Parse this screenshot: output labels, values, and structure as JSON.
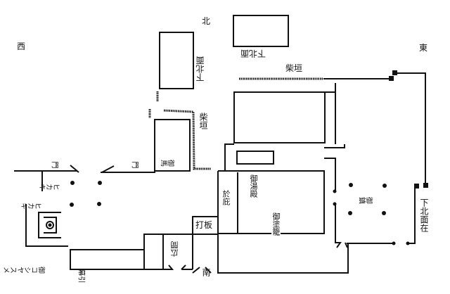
{
  "directions": {
    "west": "西",
    "north": "北",
    "east": "東",
    "south": "南"
  },
  "labels": {
    "shimo_kitamen_top": "下北面",
    "shimo_kitamen_left": "下北面",
    "shibagaki_top": "柴垣",
    "shibagaki_left": "柴垣",
    "goba": "御馬",
    "mon_left": "門",
    "mon_right": "門",
    "hikaki_1": "ヒカキ",
    "hikaki_2": "ヒカキ",
    "okoshiyasume": "御コシヤスメ",
    "makuhiki": "幕引",
    "uchiita": "打板",
    "hiroma": "広間",
    "ohisashi": "於庇",
    "oyudono": "御湯殿",
    "onurigome": "御塗籠",
    "ochin": "御鎮",
    "shimo_kitamen_zai": "下北面在"
  },
  "colors": {
    "ink": "#111111",
    "paper": "#ffffff"
  }
}
